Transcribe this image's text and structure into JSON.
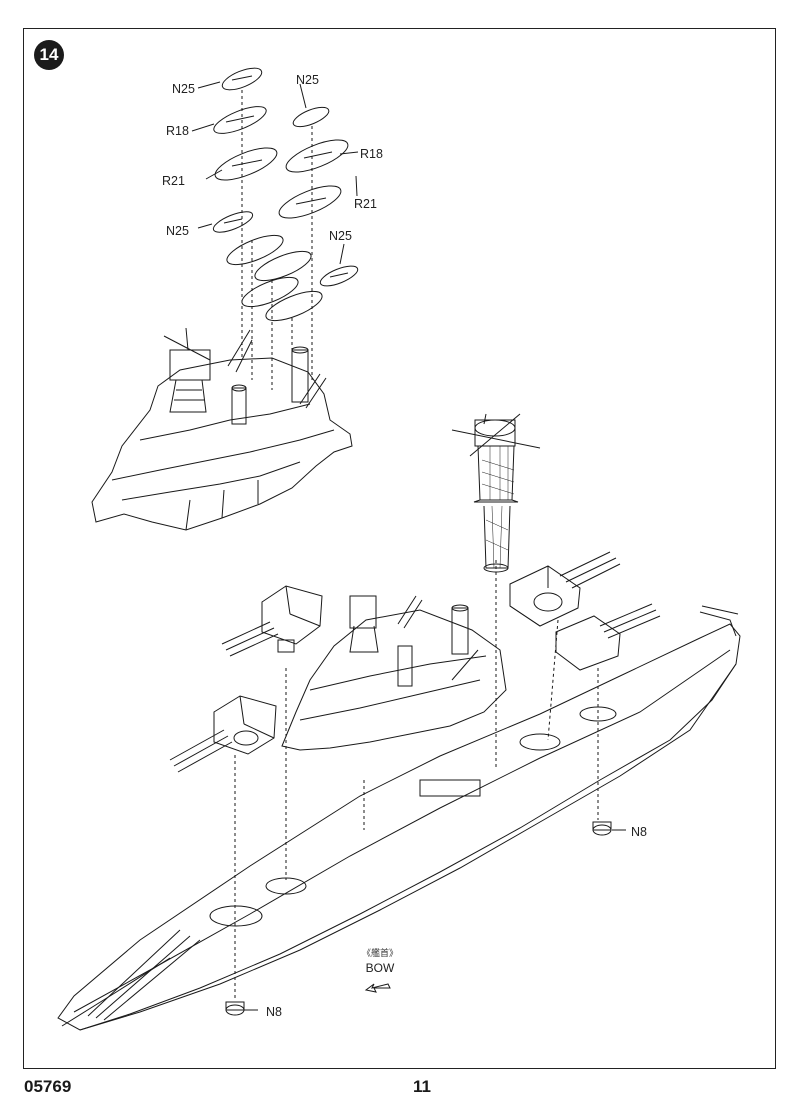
{
  "step_number": "14",
  "part_labels": {
    "n25_left_top": "N25",
    "n25_right_top": "N25",
    "r18_left": "R18",
    "r18_right": "R18",
    "r21_left": "R21",
    "r21_right": "R21",
    "n25_left_mid": "N25",
    "n25_right_mid": "N25",
    "n8_right": "N8",
    "n8_bottom": "N8"
  },
  "bow_marker": {
    "chinese": "《艦首》",
    "english": "BOW"
  },
  "footer": {
    "product_code": "05769",
    "page_number": "11"
  },
  "colors": {
    "line": "#1a1a1a",
    "paper": "#ffffff"
  }
}
